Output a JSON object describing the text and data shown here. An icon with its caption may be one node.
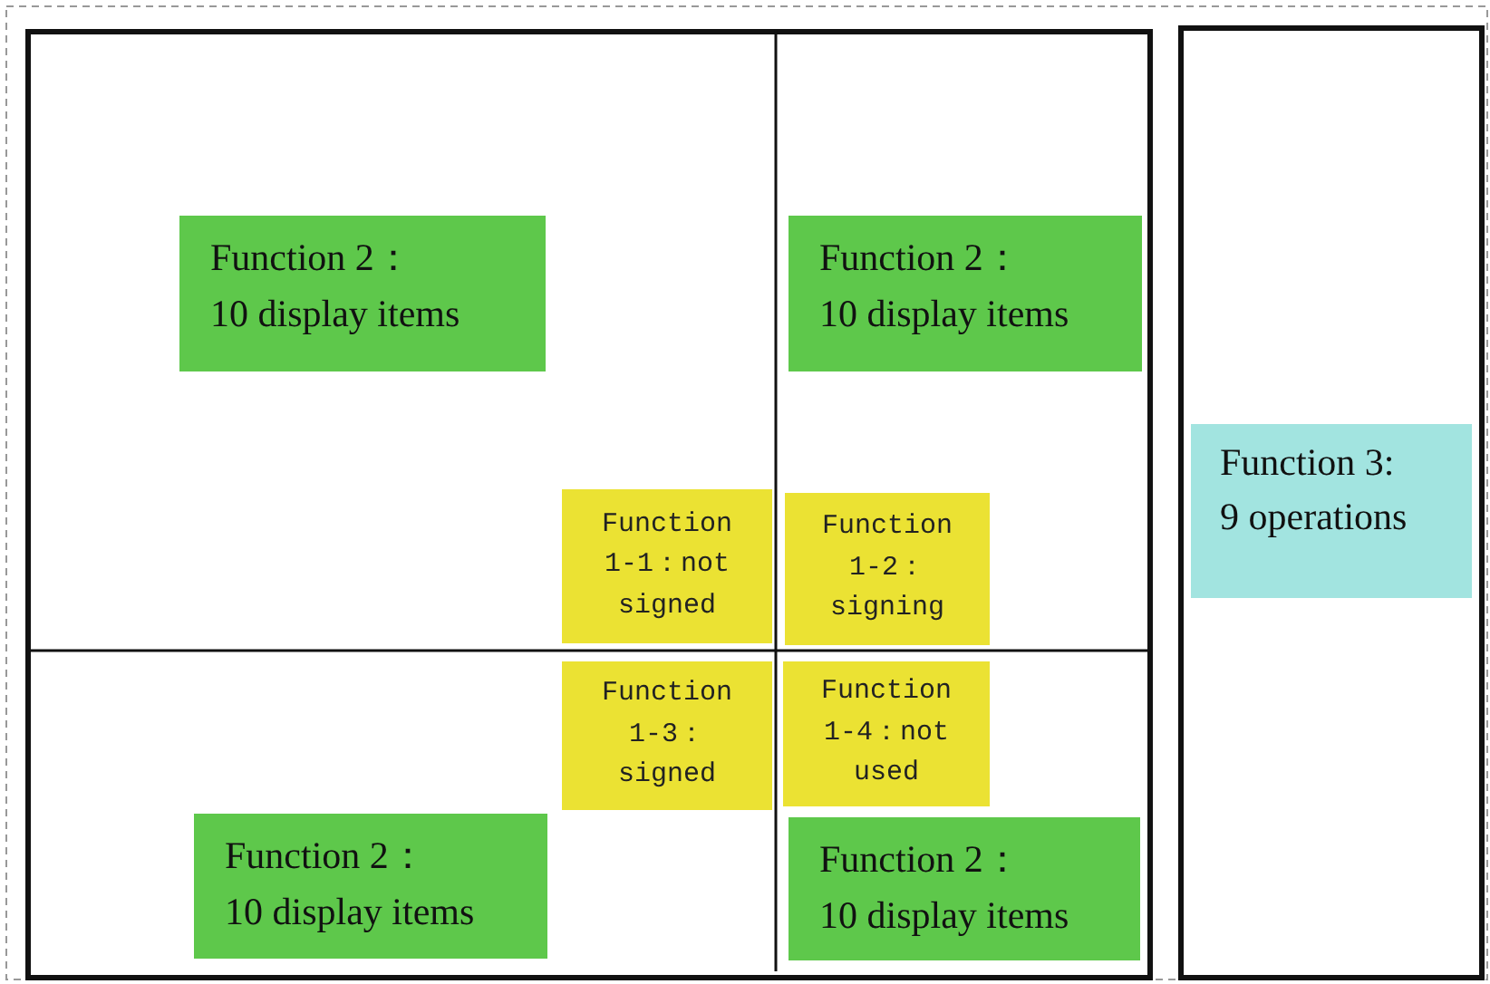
{
  "diagram": {
    "nodes": [
      {
        "text": [],
        "shape": "box"
      },
      {
        "text": [],
        "shape": "box"
      },
      {
        "text": [
          "Function 2：",
          "10 display items"
        ],
        "in": 0
      },
      {
        "text": [
          "Function 2：",
          "10 display items"
        ],
        "in": 0
      },
      {
        "text": [
          "Function 1-1：not signed"
        ],
        "in": 0
      },
      {
        "text": [
          "Function 1-2：signing"
        ],
        "in": 0
      },
      {
        "text": [
          "Function 1-3：signed"
        ],
        "in": 0
      },
      {
        "text": [
          "Function 1-4：not used"
        ],
        "in": 0
      },
      {
        "text": [
          "Function 2：",
          "10 display items"
        ],
        "in": 0
      },
      {
        "text": [
          "Function 2：",
          "10 display items"
        ],
        "in": 0
      },
      {
        "text": [
          "Function 3:",
          "9 operations"
        ],
        "in": 1
      }
    ],
    "edges": []
  }
}
